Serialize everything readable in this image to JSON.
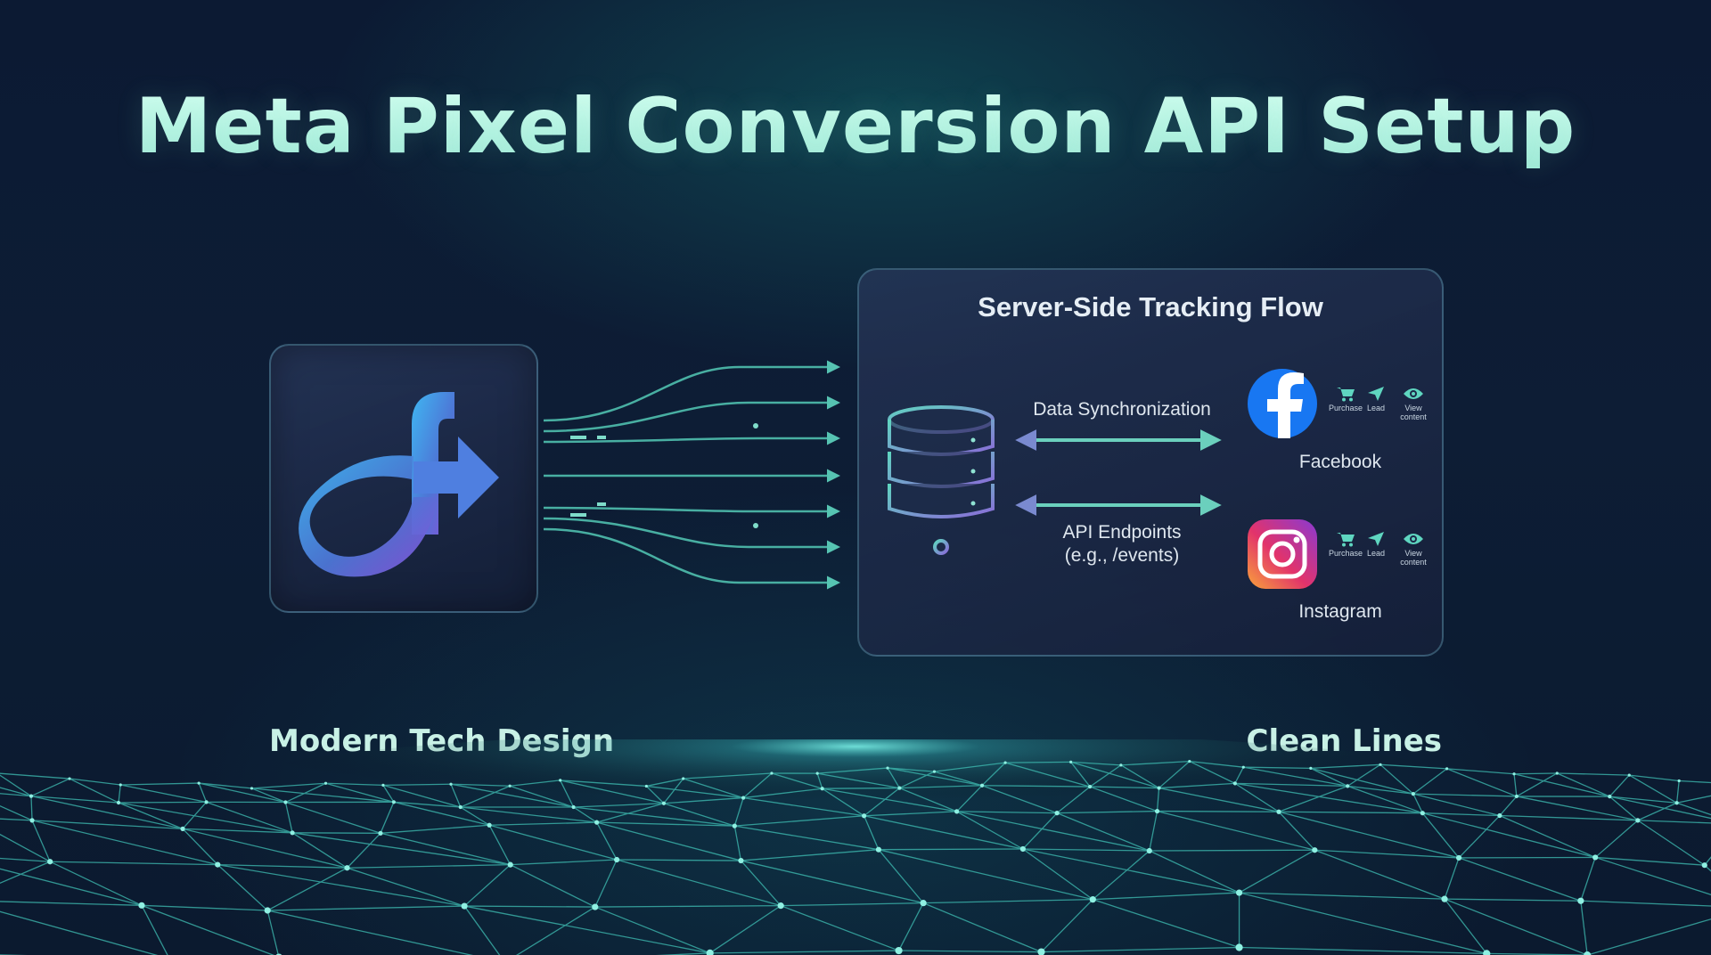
{
  "title": "Meta Pixel Conversion API Setup",
  "panel": {
    "title": "Server-Side Tracking Flow",
    "sync_label": "Data Synchronization",
    "api_label_line1": "API Endpoints",
    "api_label_line2": "(e.g., /events)"
  },
  "platforms": [
    {
      "name": "Facebook",
      "icon": "facebook-logo-icon",
      "events": [
        "Purchase",
        "Lead",
        "View content"
      ]
    },
    {
      "name": "Instagram",
      "icon": "instagram-logo-icon",
      "events": [
        "Purchase",
        "Lead",
        "View content"
      ]
    }
  ],
  "taglines": {
    "left": "Modern Tech Design",
    "right": "Clean Lines"
  },
  "colors": {
    "accent": "#5fd6c0",
    "title": "#bff4e4",
    "background": "#0c1a33"
  }
}
